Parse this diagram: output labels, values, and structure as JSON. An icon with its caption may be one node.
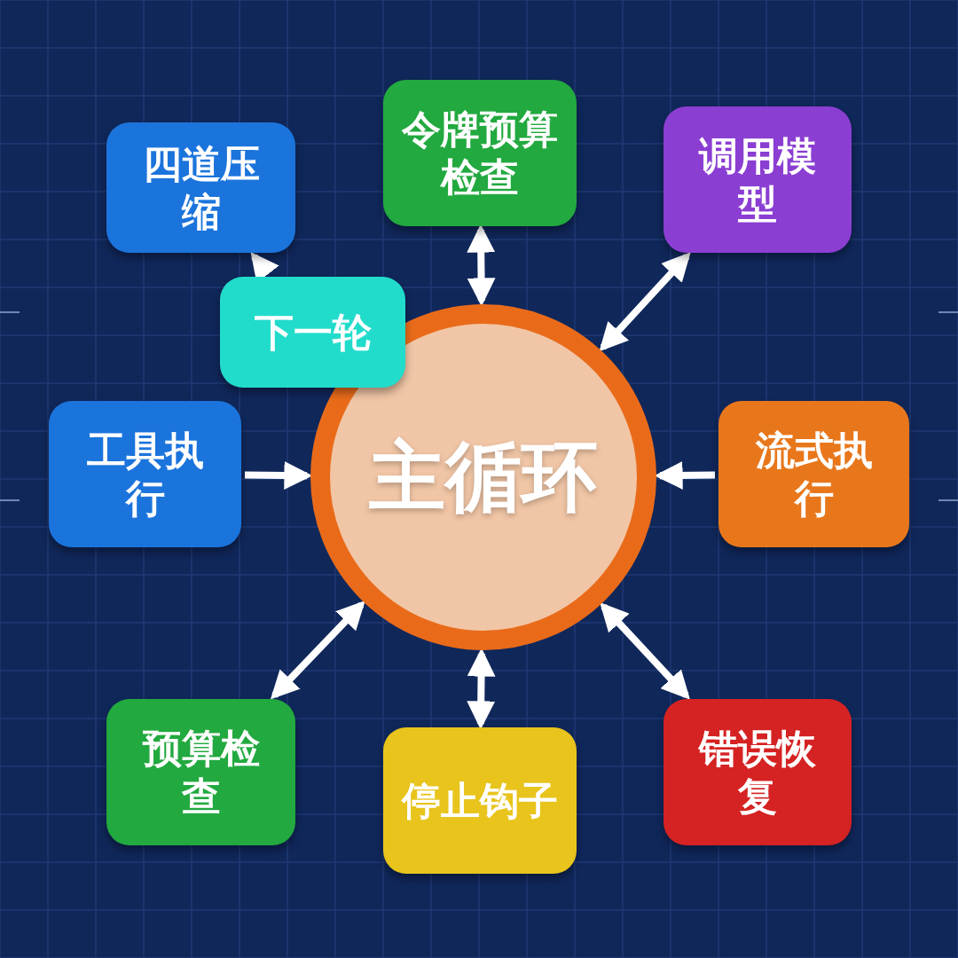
{
  "diagram": {
    "nodes": [
      {
        "text": [
          "四道压缩"
        ]
      },
      {
        "text": [
          "令牌预算检查"
        ]
      },
      {
        "text": [
          "调用模型"
        ]
      },
      {
        "text": [
          "下一轮"
        ]
      },
      {
        "text": [
          "工具执行"
        ]
      },
      {
        "text": [
          "主循环"
        ]
      },
      {
        "text": [
          "流式执行"
        ]
      },
      {
        "text": [
          "预算检查"
        ]
      },
      {
        "text": [
          "停止钩子"
        ]
      },
      {
        "text": [
          "错误恢复"
        ]
      }
    ],
    "edges": [
      {
        "from": 3,
        "to": 0,
        "arrow": "to"
      },
      {
        "from": 5,
        "to": 1,
        "arrow": "both"
      },
      {
        "from": 5,
        "to": 2,
        "arrow": "both"
      },
      {
        "from": 4,
        "to": 5,
        "arrow": "to"
      },
      {
        "from": 6,
        "to": 5,
        "arrow": "to"
      },
      {
        "from": 5,
        "to": 7,
        "arrow": "both"
      },
      {
        "from": 5,
        "to": 8,
        "arrow": "both"
      },
      {
        "from": 5,
        "to": 9,
        "arrow": "both"
      }
    ]
  }
}
